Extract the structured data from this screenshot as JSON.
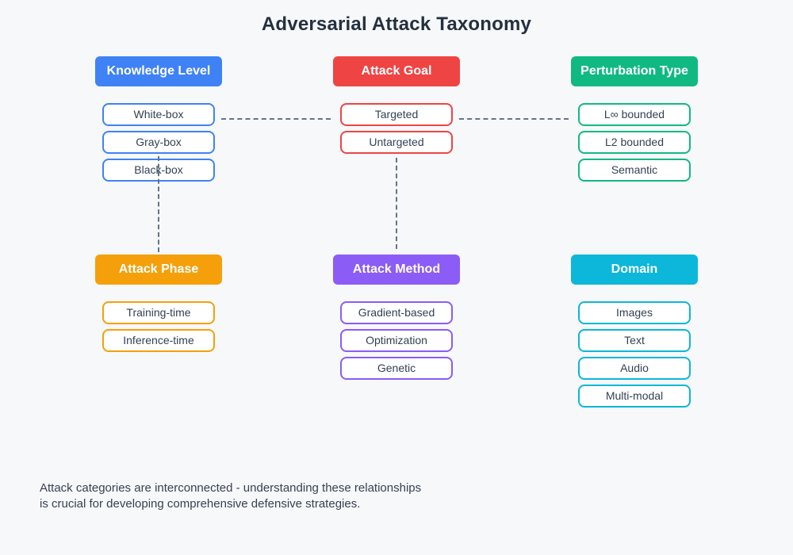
{
  "title": "Adversarial Attack Taxonomy",
  "background": "#f7f8fa",
  "connector_color": "#64748b",
  "columns": [
    {
      "id": "knowledge-level",
      "header": "Knowledge Level",
      "color": "#3f82f6",
      "items": [
        "White-box",
        "Gray-box",
        "Black-box"
      ]
    },
    {
      "id": "attack-goal",
      "header": "Attack Goal",
      "color": "#ef4444",
      "items": [
        "Targeted",
        "Untargeted"
      ]
    },
    {
      "id": "perturbation-type",
      "header": "Perturbation Type",
      "color": "#10b981",
      "items": [
        "L∞ bounded",
        "L2 bounded",
        "Semantic"
      ]
    },
    {
      "id": "attack-phase",
      "header": "Attack Phase",
      "color": "#f5a00b",
      "items": [
        "Training-time",
        "Inference-time"
      ]
    },
    {
      "id": "attack-method",
      "header": "Attack Method",
      "color": "#8b5cf6",
      "items": [
        "Gradient-based",
        "Optimization",
        "Genetic"
      ]
    },
    {
      "id": "domain",
      "header": "Domain",
      "color": "#0cb7d9",
      "items": [
        "Images",
        "Text",
        "Audio",
        "Multi-modal"
      ]
    }
  ],
  "note": {
    "line1": "Attack categories are interconnected - understanding these relationships",
    "line2": "is crucial for developing comprehensive defensive strategies."
  }
}
